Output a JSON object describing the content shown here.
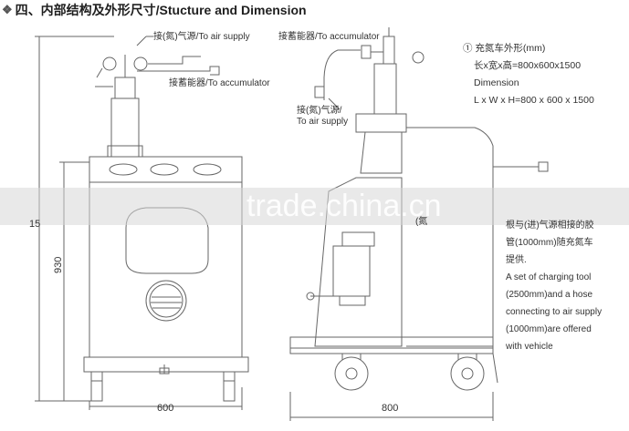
{
  "header": {
    "icon": "diamond-bullet-icon",
    "title": "四、内部结构及外形尺寸/Stucture and Dimension"
  },
  "front_view": {
    "air_supply_label": "接(氮)气源/To air supply",
    "accumulator_label": "接蓄能器/To accumulator",
    "dim_height": "930",
    "dim_height_clipped": "15",
    "dim_width": "600"
  },
  "side_view": {
    "accumulator_label": "接蓄能器/To accumulator",
    "air_supply_label_line1": "接(氮)气源/",
    "air_supply_label_line2": "To air supply",
    "dim_length": "800",
    "partial_label": "(氮"
  },
  "spec": {
    "line1": "① 充氮车外形(mm)",
    "line2": "长x宽x高=800x600x1500",
    "line3": "Dimension",
    "line4": "L x W x H=800 x 600 x 1500"
  },
  "note": {
    "line1": "根与(进)气源相接的胶",
    "line2": "管(1000mm)随充氮车",
    "line3": "提供.",
    "line4": "A set of charging tool",
    "line5": "(2500mm)and a hose",
    "line6": "connecting to air supply",
    "line7": "(1000mm)are offered",
    "line8": "with vehicle"
  },
  "watermark": "trade.china.cn"
}
